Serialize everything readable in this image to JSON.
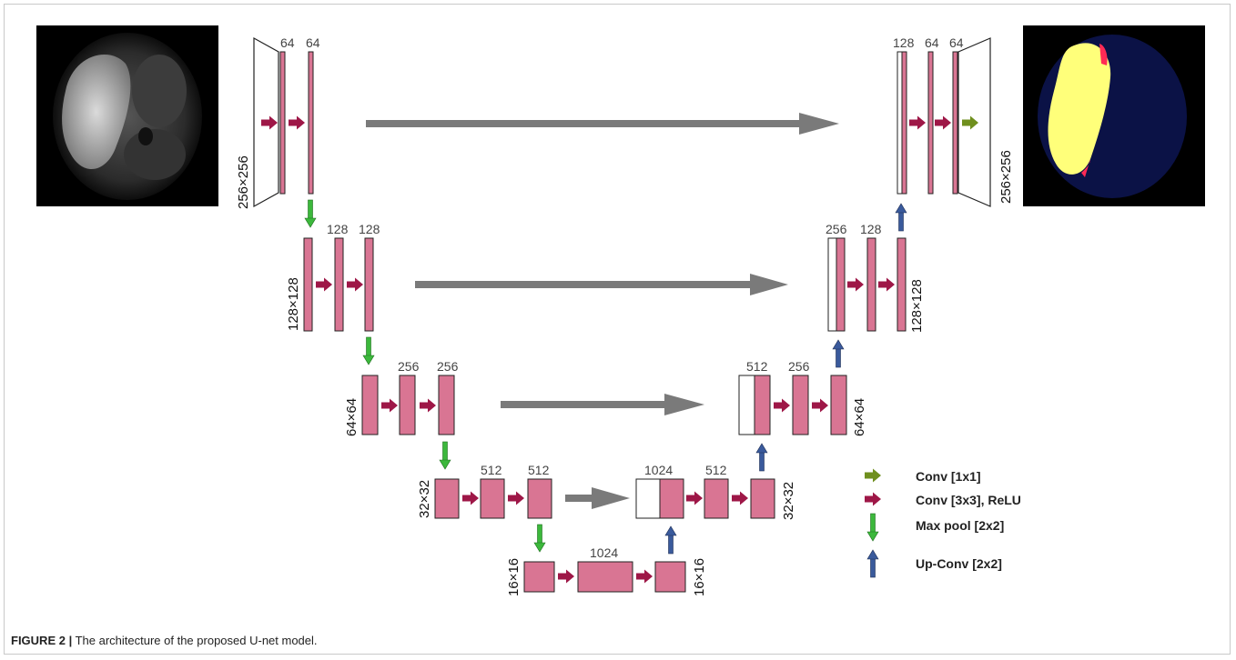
{
  "caption": {
    "label": "FIGURE 2 |",
    "text": "The architecture of the proposed U-net model."
  },
  "images": {
    "input": "brain MRI (DWI) input scan",
    "output": "segmented lesion output mask"
  },
  "colors": {
    "feature_map": "#d97593",
    "feature_map_border": "#2a2a2a",
    "conv3x3_arrow": "#9e1747",
    "conv1x1_arrow": "#6f8f1e",
    "maxpool_arrow": "#3cb83c",
    "upconv_arrow": "#3a5a9c",
    "skip_arrow": "#7a7a7a",
    "lesion": "#ffff7a",
    "background_brain": "#0b1246"
  },
  "encoder": {
    "level1": {
      "size": "256×256",
      "ch_a": "64",
      "ch_b": "64"
    },
    "level2": {
      "size": "128×128",
      "ch_a": "128",
      "ch_b": "128"
    },
    "level3": {
      "size": "64×64",
      "ch_a": "256",
      "ch_b": "256"
    },
    "level4": {
      "size": "32×32",
      "ch_a": "512",
      "ch_b": "512"
    }
  },
  "bottleneck": {
    "size_left": "16×16",
    "size_right": "16×16",
    "ch": "1024"
  },
  "decoder": {
    "level4": {
      "size": "32×32",
      "ch_a": "1024",
      "ch_b": "512"
    },
    "level3": {
      "size": "64×64",
      "ch_a": "512",
      "ch_b": "256"
    },
    "level2": {
      "size": "128×128",
      "ch_a": "256",
      "ch_b": "128"
    },
    "level1": {
      "size": "256×256",
      "ch_a": "128",
      "ch_b": "64",
      "ch_c": "64"
    }
  },
  "legend": [
    {
      "icon": "conv1x1-arrow-icon",
      "label": "Conv [1x1]"
    },
    {
      "icon": "conv3x3-arrow-icon",
      "label": "Conv [3x3], ReLU"
    },
    {
      "icon": "maxpool-arrow-icon",
      "label": "Max pool [2x2]"
    },
    {
      "icon": "upconv-arrow-icon",
      "label": "Up-Conv [2x2]"
    }
  ]
}
